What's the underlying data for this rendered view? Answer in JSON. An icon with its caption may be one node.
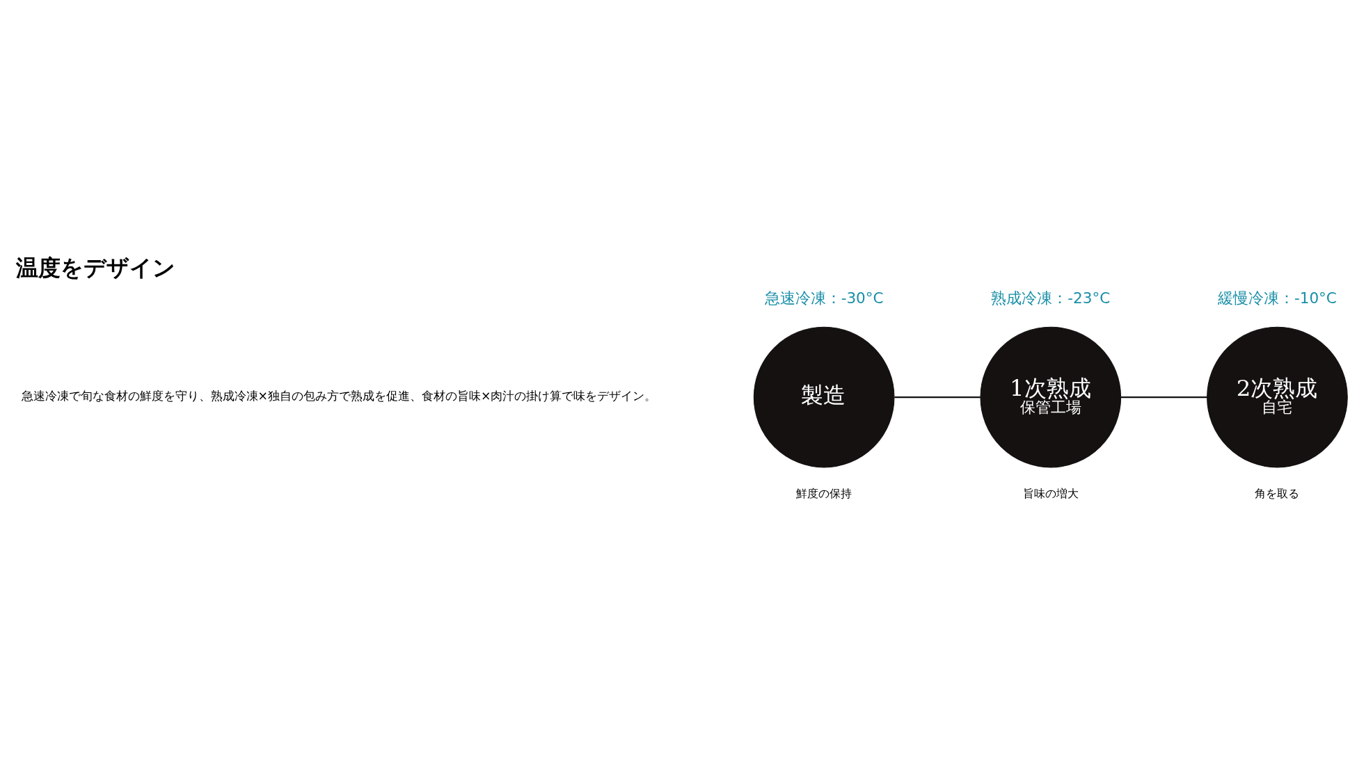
{
  "diagram": {
    "title": "温度をデザイン",
    "nodes": [
      {
        "text": [
          "製造"
        ],
        "beside": [
          "急速冷凍：-30°C",
          "鮮度の保持"
        ]
      },
      {
        "text": [
          "1次熟成",
          "保管工場"
        ],
        "beside": [
          "熟成冷凍：-23°C",
          "旨味の増大"
        ]
      },
      {
        "text": [
          "2次熟成",
          "自宅"
        ],
        "beside": [
          "緩慢冷凍：-10°C",
          "角を取る"
        ]
      }
    ],
    "edges": [
      {
        "from": 0,
        "to": 1,
        "arrow": "none"
      },
      {
        "from": 1,
        "to": 2,
        "arrow": "none"
      }
    ],
    "labels": [
      "急速冷凍で旬な食材の鮮度を守り、熟成冷凍×独自の包み方で熟成を促進、食材の旨味×肉汁の掛け算で味をデザイン。"
    ]
  }
}
